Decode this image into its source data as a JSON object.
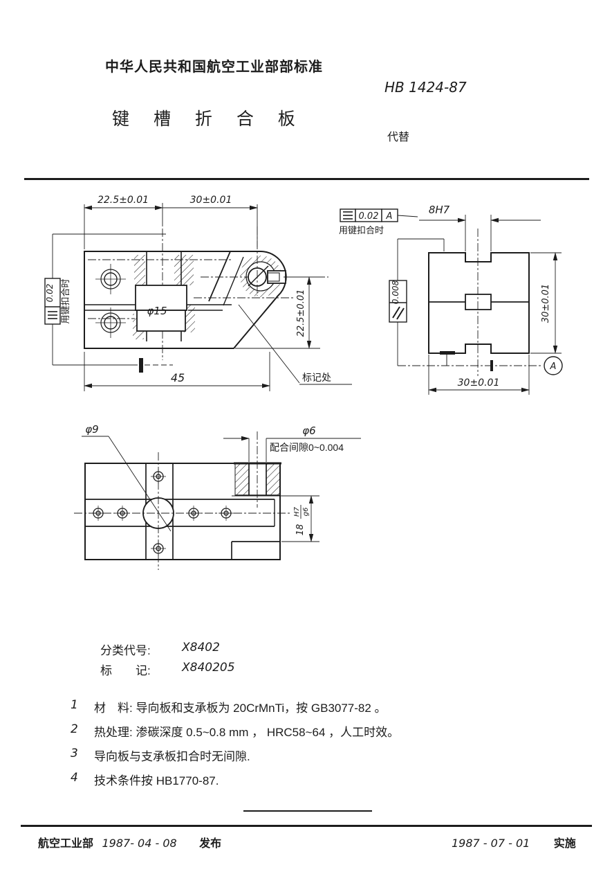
{
  "header": {
    "standard_name": "中华人民共和国航空工业部部标准",
    "standard_number": "HB 1424-87",
    "title": "键 槽 折 合 板",
    "supersede_label": "代替"
  },
  "front_view": {
    "dim_top_left": "22.5±0.01",
    "dim_top_right": "30±0.01",
    "dim_pin": "φ15",
    "dim_overall": "45",
    "dim_height": "22.5±0.01",
    "tol_value": "0.02",
    "tol_note": "用键扣合时",
    "mark_label": "标记处"
  },
  "side_view": {
    "tol_value": "0.02",
    "tol_datum": "A",
    "tol_note": "用键扣合时",
    "dim_slot": "8H7",
    "par_value": "0.008",
    "dim_height": "30±0.01",
    "dim_width": "30±0.01",
    "datum_label": "A"
  },
  "top_view": {
    "dim_hole": "φ9",
    "dim_pin_hole": "φ6",
    "fit_note": "配合间隙0~0.004",
    "bore_value": "18",
    "bore_fit_num": "H7",
    "bore_fit_den": "g6"
  },
  "classification": {
    "code_label": "分类代号:",
    "code_value": "X8402",
    "mark_label": "标　　记:",
    "mark_value": "X840205"
  },
  "notes": [
    {
      "num": "1",
      "text": "材　料: 导向板和支承板为 20CrMnTi，按 GB3077-82 。"
    },
    {
      "num": "2",
      "text": "热处理: 渗碳深度 0.5~0.8 mm ， HRC58~64 ，人工时效。"
    },
    {
      "num": "3",
      "text": "导向板与支承板扣合时无间隙."
    },
    {
      "num": "4",
      "text": "技术条件按 HB1770-87."
    }
  ],
  "footer": {
    "left_org": "航空工业部",
    "left_date": "1987- 04 - 08",
    "left_label": "发布",
    "right_date": "1987 - 07 - 01",
    "right_label": "实施"
  }
}
